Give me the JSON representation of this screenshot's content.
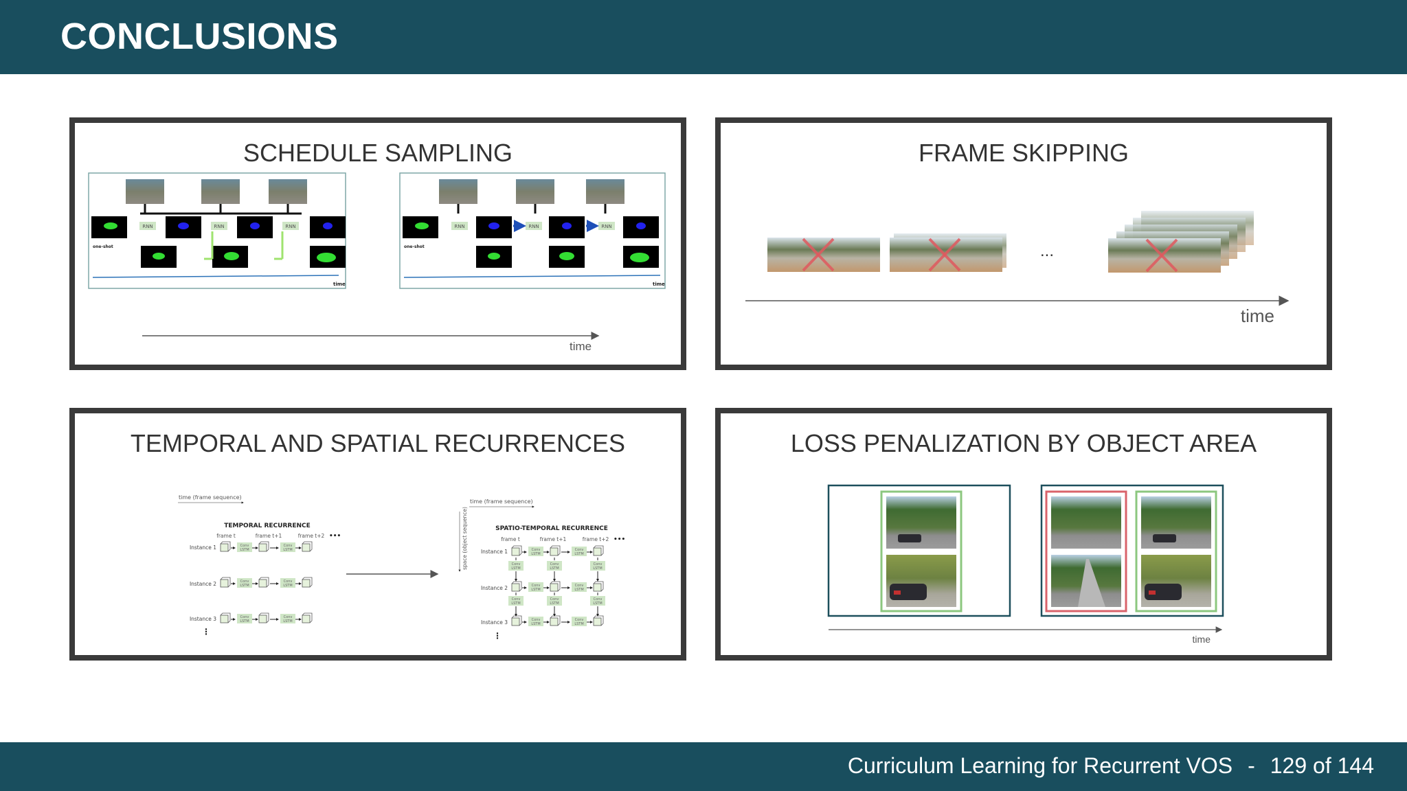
{
  "slide": {
    "title": "CONCLUSIONS",
    "footer": {
      "presentation": "Curriculum Learning for Recurrent VOS",
      "separator": "-",
      "page": "129 of 144"
    }
  },
  "panels": {
    "schedule_sampling": {
      "title": "SCHEDULE SAMPLING",
      "rnn_label": "RNN",
      "one_shot_label": "one-shot",
      "inner_time_label": "time",
      "time_label": "time"
    },
    "frame_skipping": {
      "title": "FRAME SKIPPING",
      "ellipsis": "...",
      "time_label": "time"
    },
    "recurrences": {
      "title": "TEMPORAL AND SPATIAL RECURRENCES",
      "left": {
        "axis_label": "time (frame sequence)",
        "heading": "TEMPORAL RECURRENCE",
        "frames": [
          "frame t",
          "frame t+1",
          "frame t+2"
        ],
        "instances": [
          "Instance 1",
          "Instance 2",
          "Instance 3"
        ],
        "cell_label": [
          "Conv",
          "LSTM"
        ]
      },
      "right": {
        "axis_label": "time (frame sequence)",
        "side_label": "space (object sequence)",
        "heading": "SPATIO-TEMPORAL RECURRENCE",
        "frames": [
          "frame t",
          "frame t+1",
          "frame t+2"
        ],
        "instances": [
          "Instance 1",
          "Instance 2",
          "Instance 3"
        ],
        "cell_label": [
          "Conv",
          "LSTM"
        ]
      }
    },
    "loss_penalization": {
      "title": "LOSS PENALIZATION BY OBJECT AREA",
      "time_label": "time"
    }
  },
  "colors": {
    "header_bg": "#194e5e",
    "panel_border": "#3a3a3a",
    "teal_border": "#1d4f5c",
    "green_frame": "#8cc77f",
    "red_frame": "#d9636b",
    "red_cross": "#e0595f",
    "rnn_box": "#cfe6c6",
    "mask_blue": "#2222ee",
    "mask_green": "#33dd33"
  },
  "icons": {
    "cross": "cross-out-icon",
    "cube": "conv-lstm-cube-icon",
    "arrow": "arrow-right-icon"
  }
}
